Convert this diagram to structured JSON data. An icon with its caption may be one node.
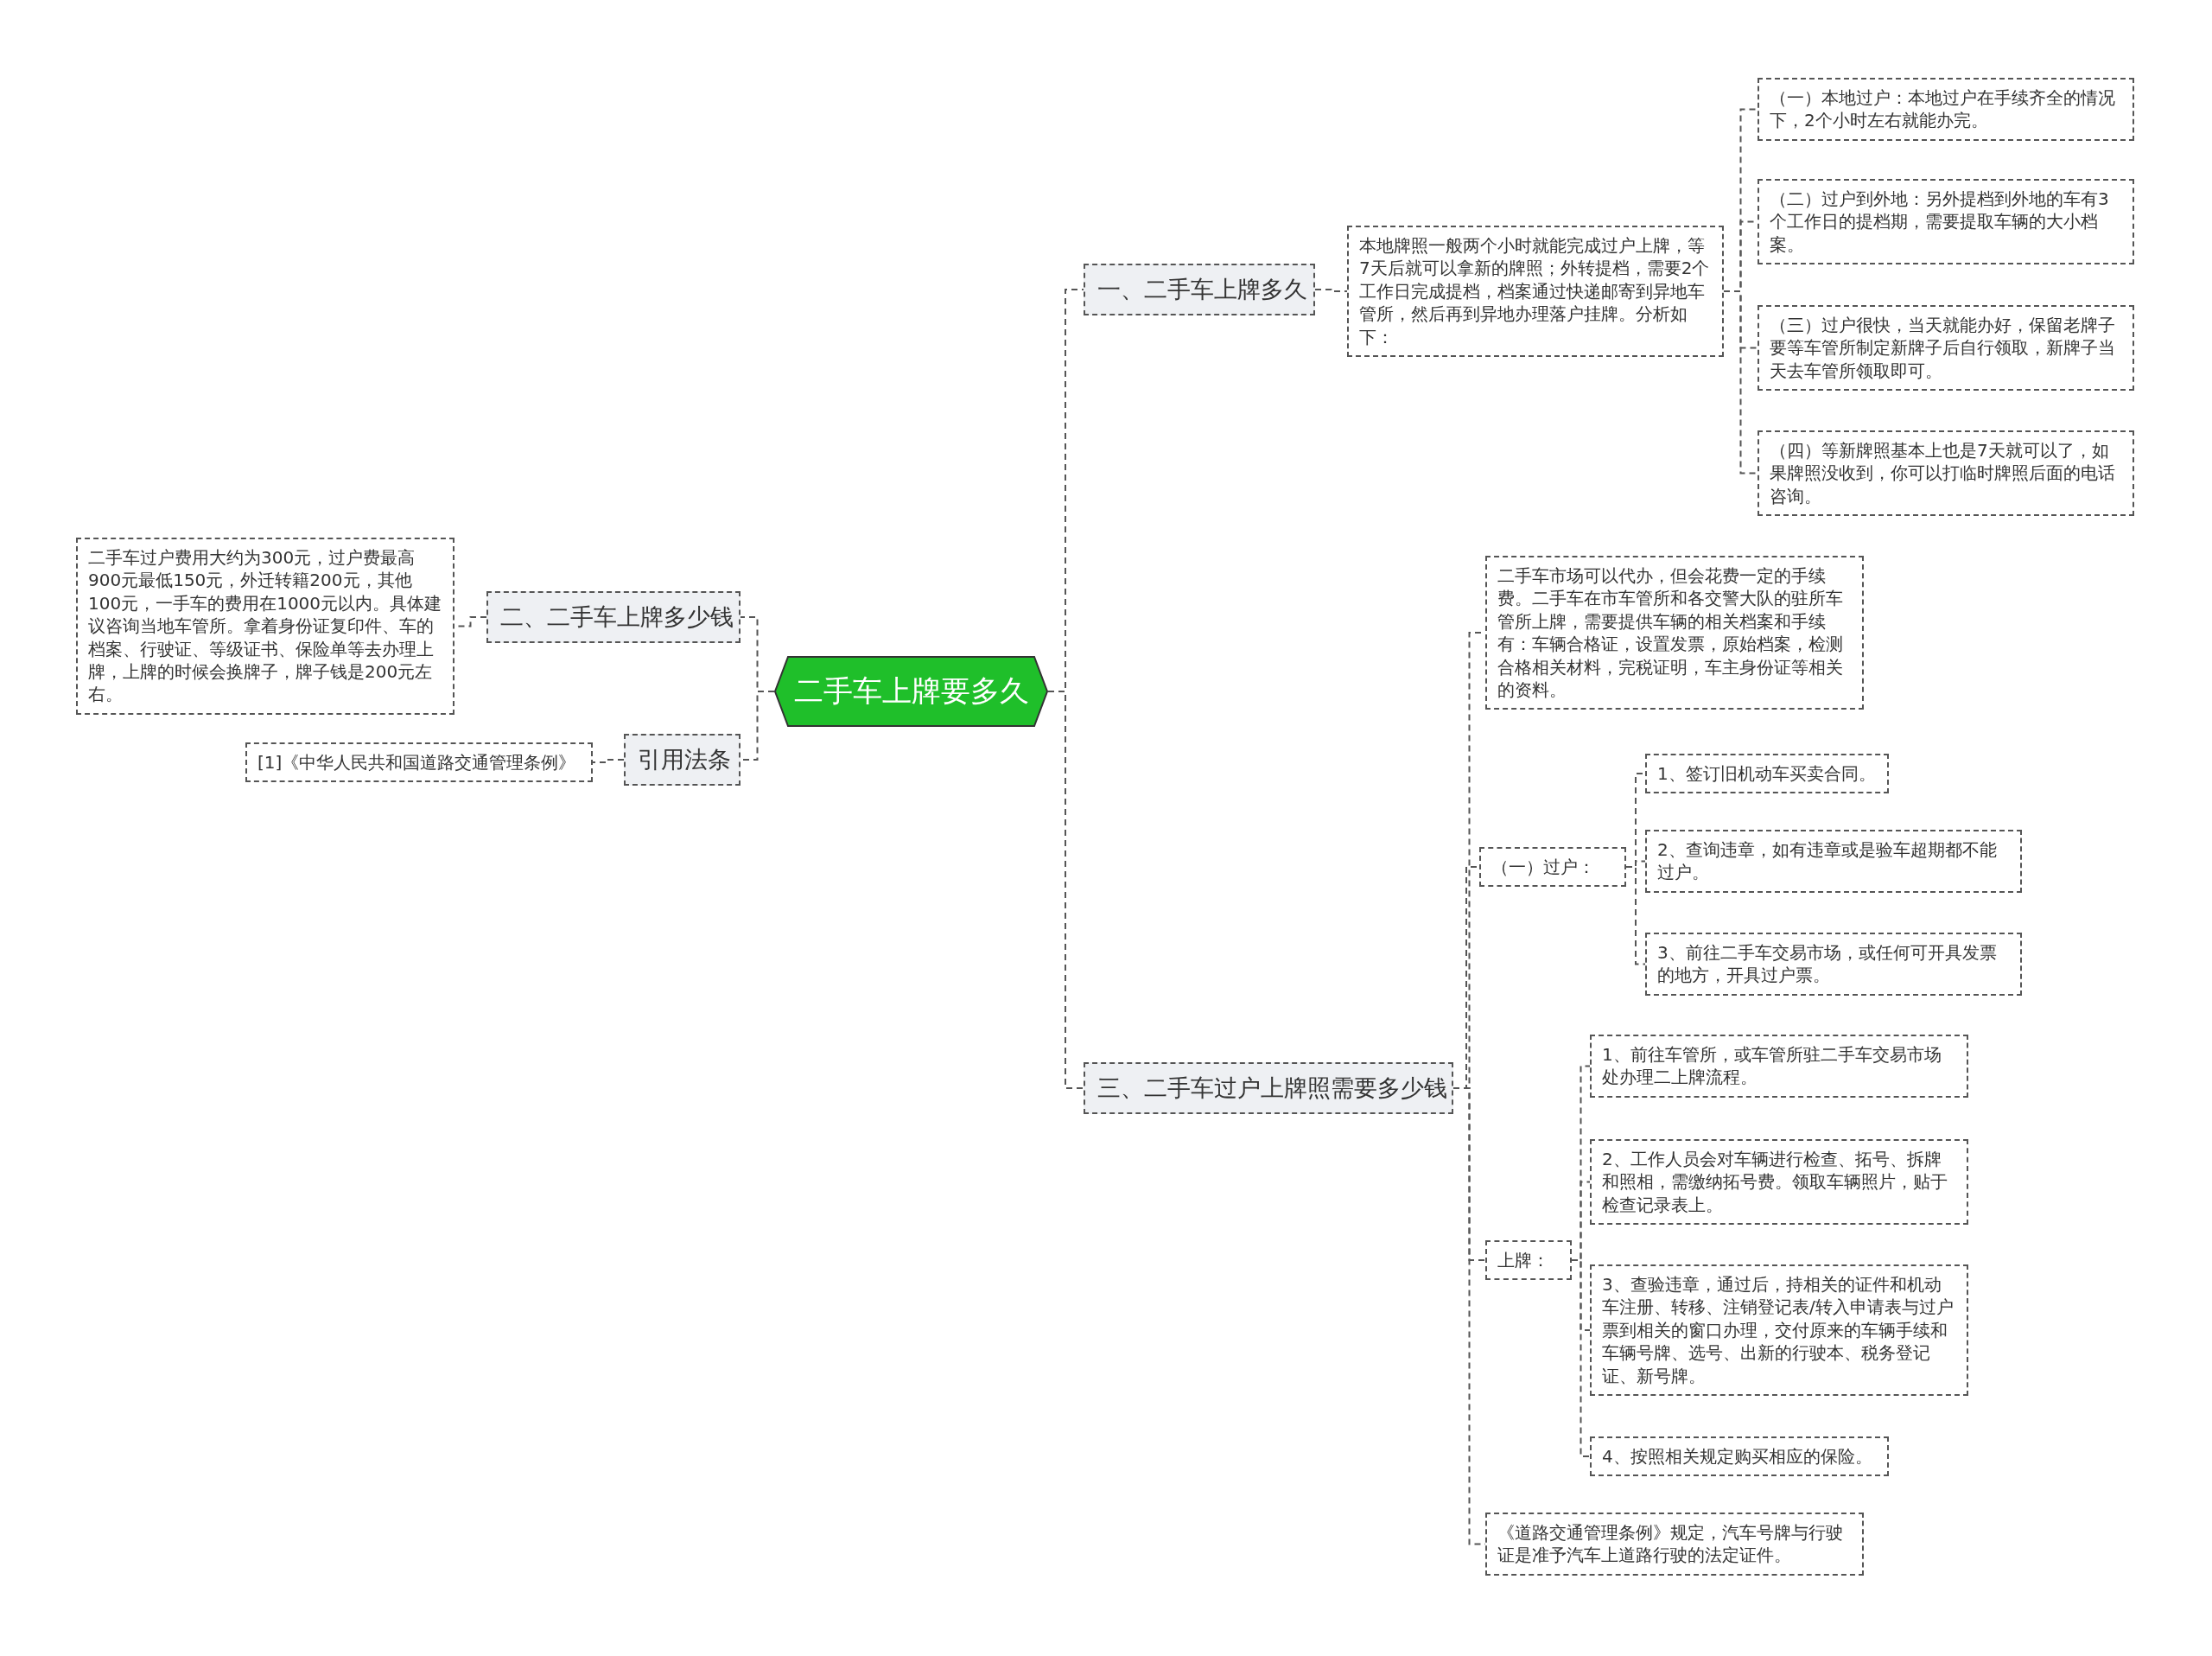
{
  "diagram": {
    "nodes": [
      {
        "text": [
          "二手车上牌要多久"
        ]
      },
      {
        "text": [
          "一、二手车上牌多久"
        ]
      },
      {
        "text": [
          "本地牌照一般两个小时就能完成过户上牌，等7天后就可以拿新的牌照；外转提档，需要2个工作日完成提档，档案通过快递邮寄到异地车管所，然后再到异地办理落户挂牌。分析如下："
        ]
      },
      {
        "text": [
          "（一）本地过户：本地过户在手续齐全的情况下，2个小时左右就能办完。"
        ]
      },
      {
        "text": [
          "（二）过户到外地：另外提档到外地的车有3个工作日的提档期，需要提取车辆的大小档案。"
        ]
      },
      {
        "text": [
          "（三）过户很快，当天就能办好，保留老牌子要等车管所制定新牌子后自行领取，新牌子当天去车管所领取即可。"
        ]
      },
      {
        "text": [
          "（四）等新牌照基本上也是7天就可以了，如果牌照没收到，你可以打临时牌照后面的电话咨询。"
        ]
      },
      {
        "text": [
          "二、二手车上牌多少钱"
        ]
      },
      {
        "text": [
          "二手车过户费用大约为300元，过户费最高900元最低150元，外迁转籍200元，其他100元，一手车的费用在1000元以内。具体建议咨询当地车管所。拿着身份证复印件、车的档案、行驶证、等级证书、保险单等去办理上牌，上牌的时候会换牌子，牌子钱是200元左右。"
        ]
      },
      {
        "text": [
          "引用法条"
        ]
      },
      {
        "text": [
          "[1]《中华人民共和国道路交通管理条例》"
        ]
      },
      {
        "text": [
          "三、二手车过户上牌照需要多少钱"
        ]
      },
      {
        "text": [
          "二手车市场可以代办，但会花费一定的手续费。二手车在市车管所和各交警大队的驻所车管所上牌，需要提供车辆的相关档案和手续有：车辆合格证，设置发票，原始档案，检测合格相关材料，完税证明，车主身份证等相关的资料。"
        ]
      },
      {
        "text": [
          "（一）过户："
        ]
      },
      {
        "text": [
          "1、签订旧机动车买卖合同。"
        ]
      },
      {
        "text": [
          "2、查询违章，如有违章或是验车超期都不能过户。"
        ]
      },
      {
        "text": [
          "3、前往二手车交易市场，或任何可开具发票的地方，开具过户票。"
        ]
      },
      {
        "text": [
          "上牌："
        ]
      },
      {
        "text": [
          "1、前往车管所，或车管所驻二手车交易市场处办理二上牌流程。"
        ]
      },
      {
        "text": [
          "2、工作人员会对车辆进行检查、拓号、拆牌和照相，需缴纳拓号费。领取车辆照片，贴于检查记录表上。"
        ]
      },
      {
        "text": [
          "3、查验违章，通过后，持相关的证件和机动车注册、转移、注销登记表/转入申请表与过户票到相关的窗口办理，交付原来的车辆手续和车辆号牌、选号、出新的行驶本、税务登记证、新号牌。"
        ]
      },
      {
        "text": [
          "4、按照相关规定购买相应的保险。"
        ]
      },
      {
        "text": [
          "《道路交通管理条例》规定，汽车号牌与行驶证是准予汽车上道路行驶的法定证件。"
        ]
      }
    ],
    "edges": [
      {
        "from": 0,
        "to": 1,
        "arrow": "none"
      },
      {
        "from": 1,
        "to": 2,
        "arrow": "none"
      },
      {
        "from": 2,
        "to": 3,
        "arrow": "none"
      },
      {
        "from": 2,
        "to": 4,
        "arrow": "none"
      },
      {
        "from": 2,
        "to": 5,
        "arrow": "none"
      },
      {
        "from": 2,
        "to": 6,
        "arrow": "none"
      },
      {
        "from": 0,
        "to": 7,
        "arrow": "none"
      },
      {
        "from": 7,
        "to": 8,
        "arrow": "none"
      },
      {
        "from": 0,
        "to": 9,
        "arrow": "none"
      },
      {
        "from": 9,
        "to": 10,
        "arrow": "none"
      },
      {
        "from": 0,
        "to": 11,
        "arrow": "none"
      },
      {
        "from": 11,
        "to": 12,
        "arrow": "none"
      },
      {
        "from": 11,
        "to": 13,
        "arrow": "none"
      },
      {
        "from": 13,
        "to": 14,
        "arrow": "none"
      },
      {
        "from": 13,
        "to": 15,
        "arrow": "none"
      },
      {
        "from": 13,
        "to": 16,
        "arrow": "none"
      },
      {
        "from": 11,
        "to": 17,
        "arrow": "none"
      },
      {
        "from": 17,
        "to": 18,
        "arrow": "none"
      },
      {
        "from": 17,
        "to": 19,
        "arrow": "none"
      },
      {
        "from": 17,
        "to": 20,
        "arrow": "none"
      },
      {
        "from": 17,
        "to": 21,
        "arrow": "none"
      },
      {
        "from": 11,
        "to": 22,
        "arrow": "none"
      }
    ]
  }
}
